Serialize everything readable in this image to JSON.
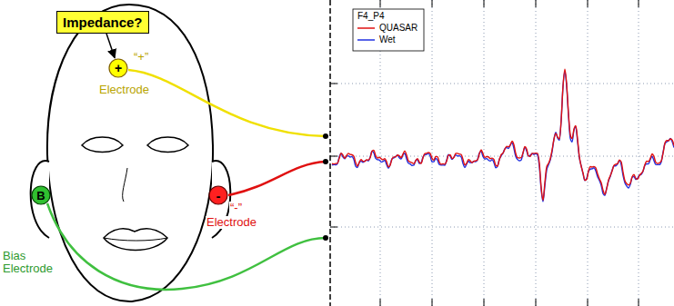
{
  "diagram": {
    "nodes": [
      {
        "text": [
          "Impedance?"
        ]
      },
      {
        "text": [
          "+"
        ]
      },
      {
        "text": [
          "-"
        ]
      },
      {
        "text": [
          "B"
        ]
      }
    ],
    "edges": [
      {
        "from": 0,
        "to": 1,
        "arrow": "to"
      }
    ],
    "labels": [
      "“+”",
      "Electrode",
      "“-”",
      "Electrode",
      "Bias Electrode",
      "F4_P4"
    ],
    "legend": [
      {
        "text": "QUASAR"
      },
      {
        "text": "Wet"
      }
    ]
  }
}
